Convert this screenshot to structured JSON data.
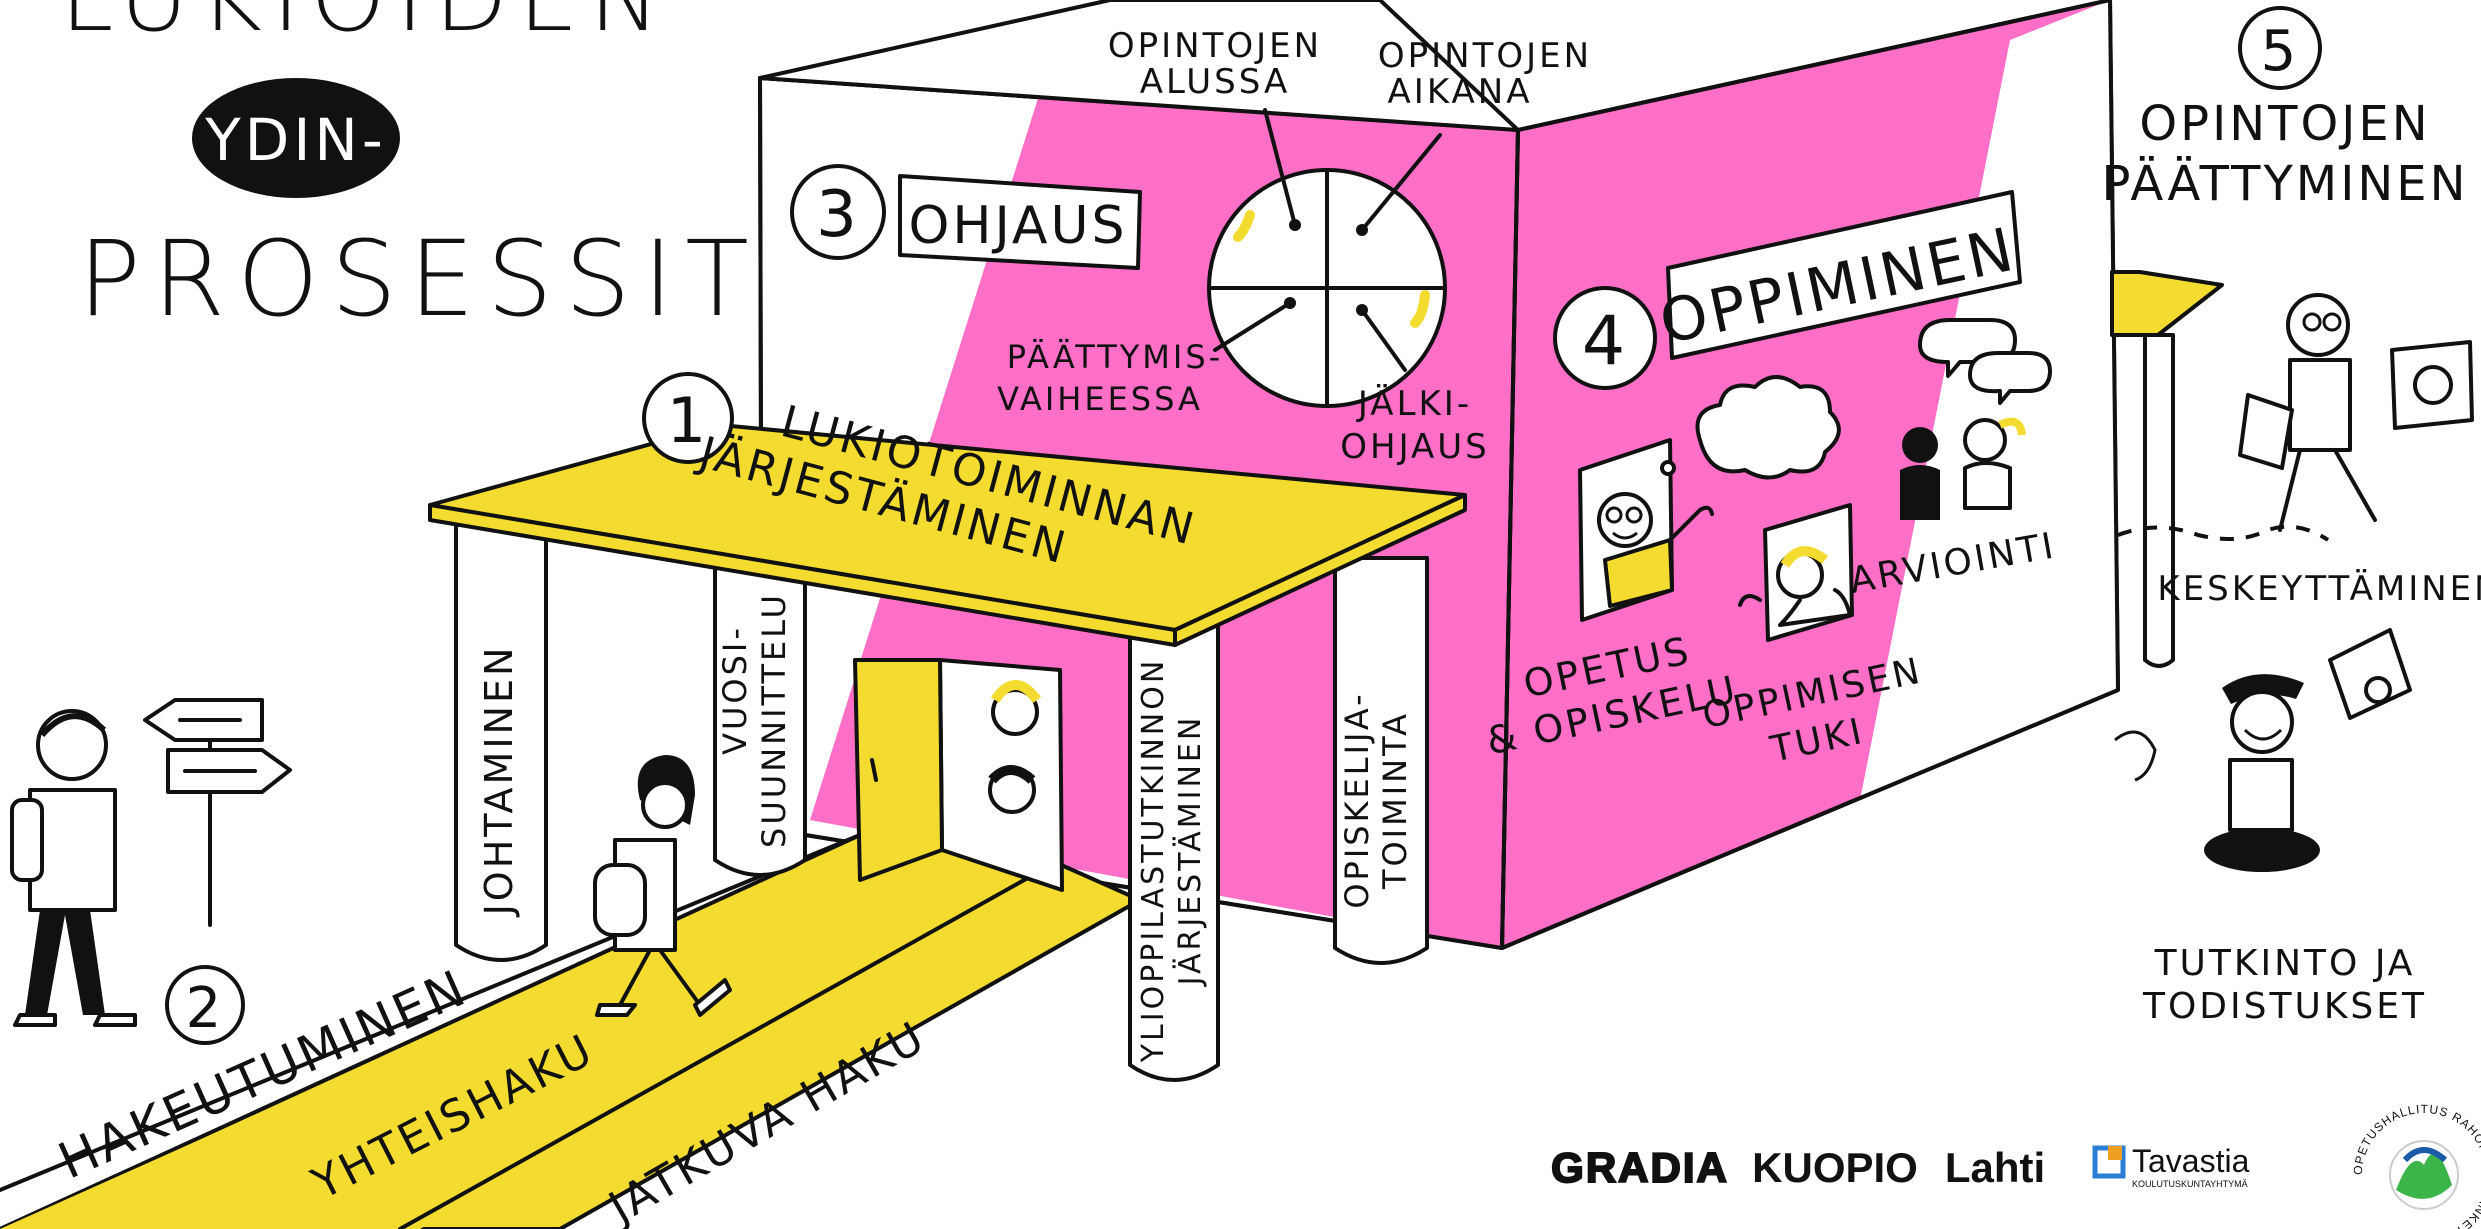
{
  "colors": {
    "pink": "#ff6ec7",
    "yellow": "#f3dc2f",
    "ink": "#111111",
    "lahti_blue": "#1a5aa6",
    "tavastia_blue": "#2a7fd4",
    "tavastia_orange": "#f0a020",
    "oph_green": "#3bb54a"
  },
  "title": {
    "line1": "LUKIOIDEN",
    "badge": "YDIN-",
    "line2": "PROSESSIT"
  },
  "ohjaus": {
    "number": "3",
    "label": "OHJAUS",
    "quadrants": {
      "top_left_1": "OPINTOJEN",
      "top_left_2": "ALUSSA",
      "top_right_1": "OPINTOJEN",
      "top_right_2": "AIKANA",
      "bottom_left_1": "PÄÄTTYMIS-",
      "bottom_left_2": "VAIHEESSA",
      "bottom_right_1": "JÄLKI-",
      "bottom_right_2": "OHJAUS"
    }
  },
  "oppiminen": {
    "number": "4",
    "label": "OPPIMINEN",
    "items": {
      "opetus_1": "OPETUS",
      "opetus_2": "& OPISKELU",
      "tuki_1": "OPPIMISEN",
      "tuki_2": "TUKI",
      "arviointi": "ARVIOINTI"
    }
  },
  "jarjestaminen": {
    "number": "1",
    "roof_1": "LUKIOTOIMINNAN",
    "roof_2": "JÄRJESTÄMINEN",
    "pillars": {
      "johtaminen": "JOHTAMINEN",
      "vuosi_1": "VUOSI-",
      "vuosi_2": "SUUNNITTELU",
      "yo_1": "YLIOPPILASTUTKINNON",
      "yo_2": "JÄRJESTÄMINEN",
      "opisk_1": "OPISKELIJA-",
      "opisk_2": "TOIMINTA"
    }
  },
  "hakeutuminen": {
    "number": "2",
    "label": "HAKEUTUMINEN",
    "paths": {
      "yhteishaku": "YHTEISHAKU",
      "jatkuva": "JATKUVA HAKU"
    }
  },
  "paattyminen": {
    "number": "5",
    "label_1": "OPINTOJEN",
    "label_2": "PÄÄTTYMINEN",
    "keskeyttaminen": "KESKEYTTÄMINEN",
    "tutkinto_1": "TUTKINTO JA",
    "tutkinto_2": "TODISTUKSET"
  },
  "logos": {
    "gradia": "GRADIA",
    "kuopio": "KUOPIO",
    "lahti": "Lahti",
    "tavastia": "Tavastia",
    "tavastia_sub": "KOULUTUSKUNTAYHTYMÄ",
    "oph_ring": "OPETUSHALLITUS RAHOITTAA HANKETTA"
  }
}
